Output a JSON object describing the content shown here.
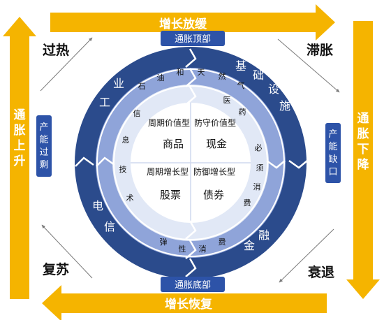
{
  "arrows": {
    "top": "增长放缓",
    "bottom": "增长恢复",
    "left": "通胀上升",
    "right": "通胀下降"
  },
  "phases": {
    "top_left": "过热",
    "top_right": "滞胀",
    "bottom_left": "复苏",
    "bottom_right": "衰退"
  },
  "boxes": {
    "top": "通胀顶部",
    "bottom": "通胀底部",
    "left": "产能过剩",
    "right": "产能缺口"
  },
  "quadrants": {
    "top_left": {
      "type": "周期价值型",
      "asset": "商品"
    },
    "top_right": {
      "type": "防守价值型",
      "asset": "现金"
    },
    "bottom_left": {
      "type": "周期增长型",
      "asset": "股票"
    },
    "bottom_right": {
      "type": "防御增长型",
      "asset": "债券"
    }
  },
  "outer_ring": {
    "industry": "工业",
    "infrastructure": "基础设施",
    "telecom": "电信",
    "finance": "金融"
  },
  "middle_ring": {
    "oil_gas": "石油和天然气",
    "medical": "医药",
    "consumer": "弹性消费"
  },
  "inner_ring": {
    "info_tech": "信息技术",
    "staples": "必须消费"
  },
  "colors": {
    "accent": "#f5b400",
    "outer_ring": "#2b4b8c",
    "middle_ring": "#8fa4d9",
    "inner_ring": "#e1e8f6",
    "box": "#2d53a8"
  }
}
